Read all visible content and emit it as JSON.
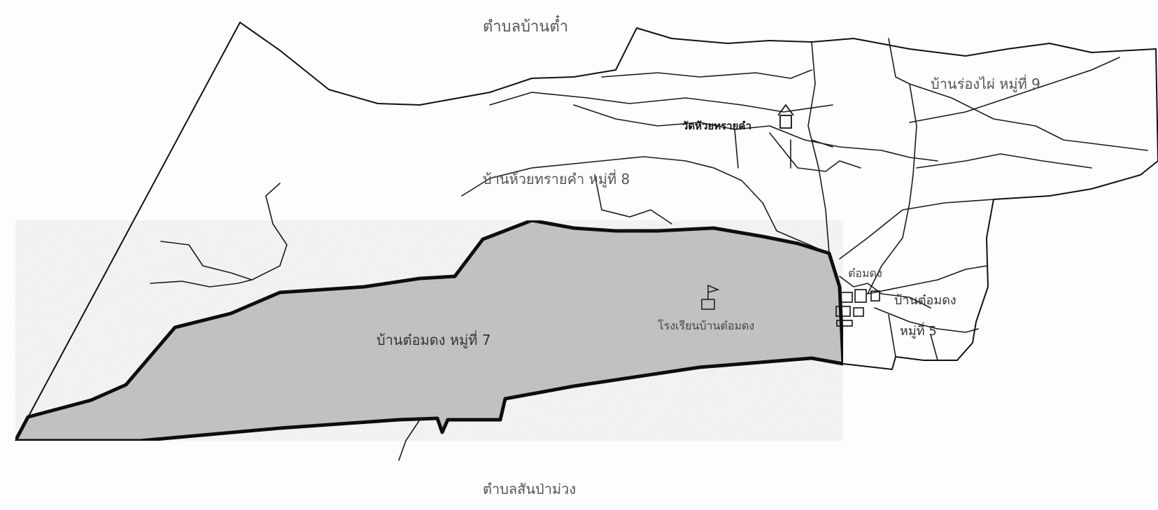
{
  "labels": {
    "north_subdistrict": "ตำบลบ้านต๋ำ",
    "south_subdistrict": "ตำบลสันป่าม่วง",
    "village_9": "บ้านร่องไผ่ หมู่ที่ 9",
    "village_8": "บ้านห้วยทรายคำ หมู่ที่ 8",
    "village_7": "บ้านต๋อมดง หมู่ที่ 7",
    "village_5_name": "บ้านต๋อมดง",
    "village_5_number": "หมู่ที่ 5",
    "temple": "วัดห้วยทรายคำ",
    "school": "โรงเรียนบ้านต๋อมดง",
    "town_small": "ต๋อมดง"
  },
  "colors": {
    "boundary": "#111111",
    "roads": "#1a1a1a",
    "highlighted_area_fill": "#c9c9c9",
    "background": "#fdfdfd"
  }
}
